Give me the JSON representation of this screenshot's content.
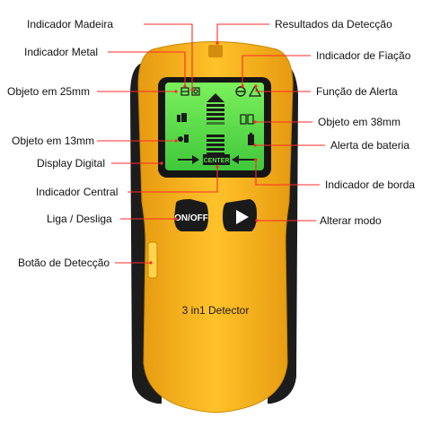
{
  "labels": {
    "wood": "Indicador Madeira",
    "results": "Resultados da Detecção",
    "metal": "Indicador Metal",
    "wiring": "Indicador de Fiação",
    "obj25": "Objeto em 25mm",
    "alert_func": "Função de Alerta",
    "obj38": "Objeto em 38mm",
    "obj13": "Objeto em 13mm",
    "battery": "Alerta de bateria",
    "display": "Display Digital",
    "edge": "Indicador de borda",
    "center_ind": "Indicador Central",
    "power": "Liga / Desliga",
    "mode": "Alterar modo",
    "detect_btn": "Botão de Detecção"
  },
  "device": {
    "brand_text": "3 in1 Detector",
    "power_button": "ON/OFF",
    "center_text": "CENTER"
  },
  "colors": {
    "body_yellow": "#f6b21c",
    "grip_black": "#1c1c1c",
    "screen_green": "#5fe04a",
    "leader_line": "#ff2a2a"
  }
}
